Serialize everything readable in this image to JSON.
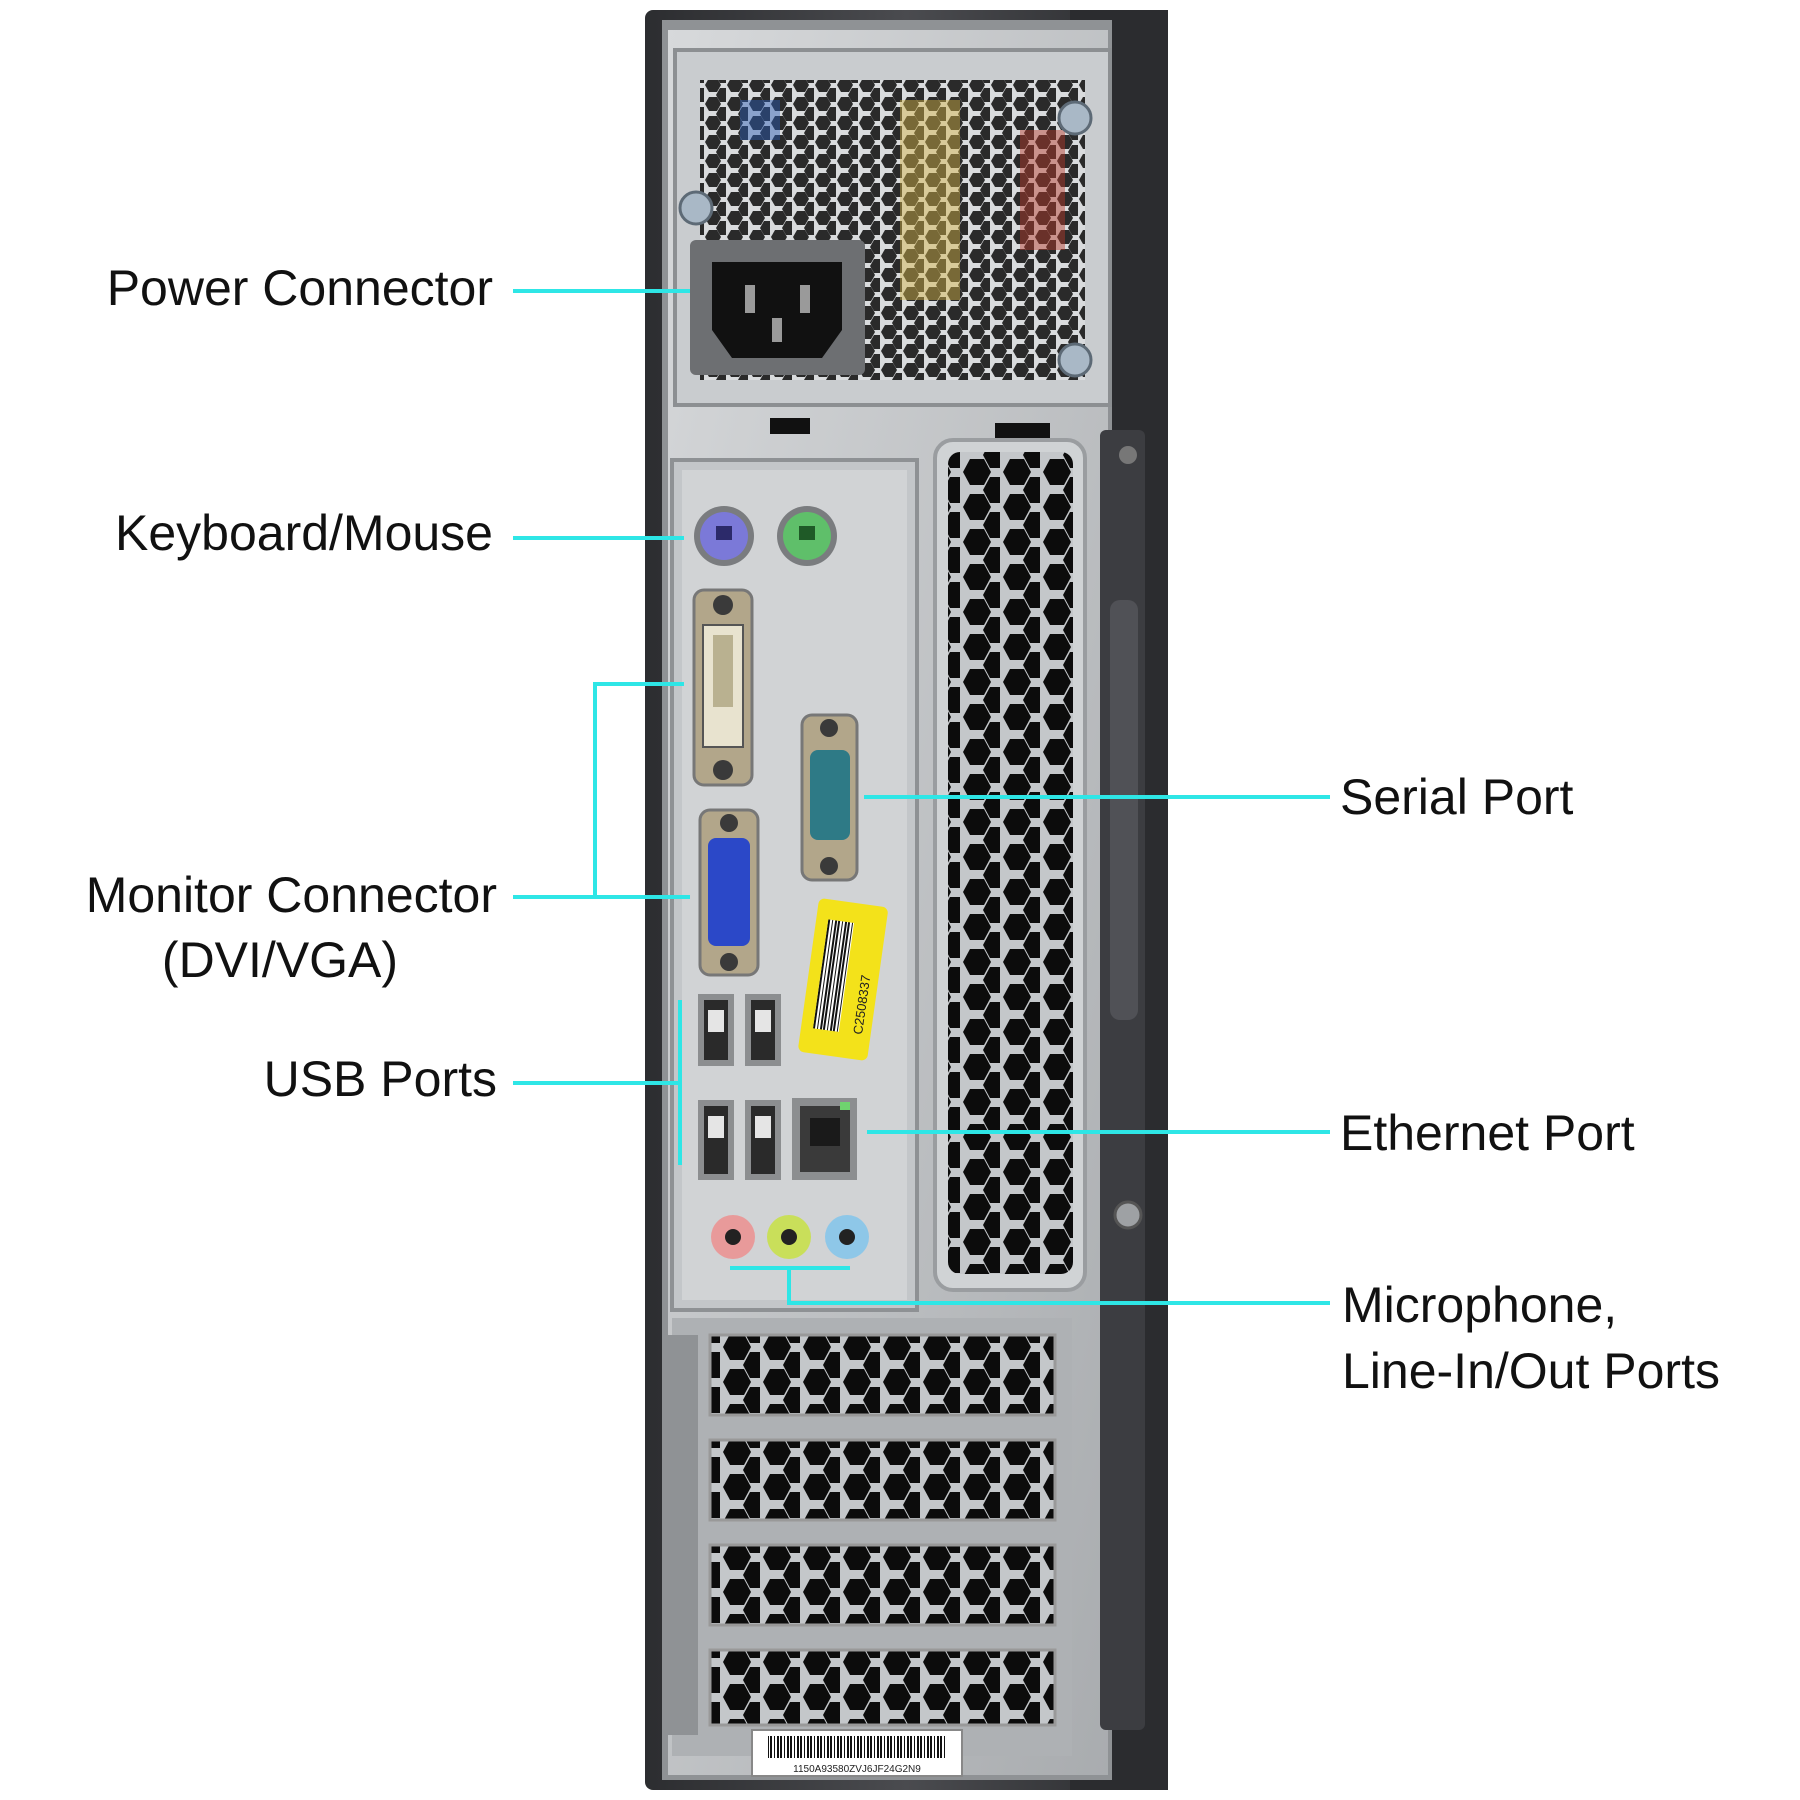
{
  "colors": {
    "callout_line": "#2ee6e6",
    "text": "#111111",
    "chassis": "#3a3b3e",
    "panel": "#b9bcbf",
    "panel_light": "#cfd2d4",
    "grille_hole": "#0c0c0c",
    "ps2_keyboard": "#7b79d8",
    "ps2_mouse": "#5fbf6a",
    "vga": "#2b48c8",
    "serial": "#2e7a86",
    "barcode_sticker": "#f3e21a",
    "audio_mic": "#e89a9a",
    "audio_line_out": "#c9df5a",
    "audio_line_in": "#8ec7e8"
  },
  "labels": {
    "power_connector": "Power Connector",
    "keyboard_mouse": "Keyboard/Mouse",
    "monitor_connector_line1": "Monitor Connector",
    "monitor_connector_line2": "(DVI/VGA)",
    "usb_ports": "USB Ports",
    "serial_port": "Serial Port",
    "ethernet_port": "Ethernet Port",
    "audio_line1": "Microphone,",
    "audio_line2": "Line-In/Out Ports"
  },
  "stickers": {
    "barcode_number": "C2508337",
    "serial_barcode": "1150A93580ZVJ6JF24G2N9"
  }
}
